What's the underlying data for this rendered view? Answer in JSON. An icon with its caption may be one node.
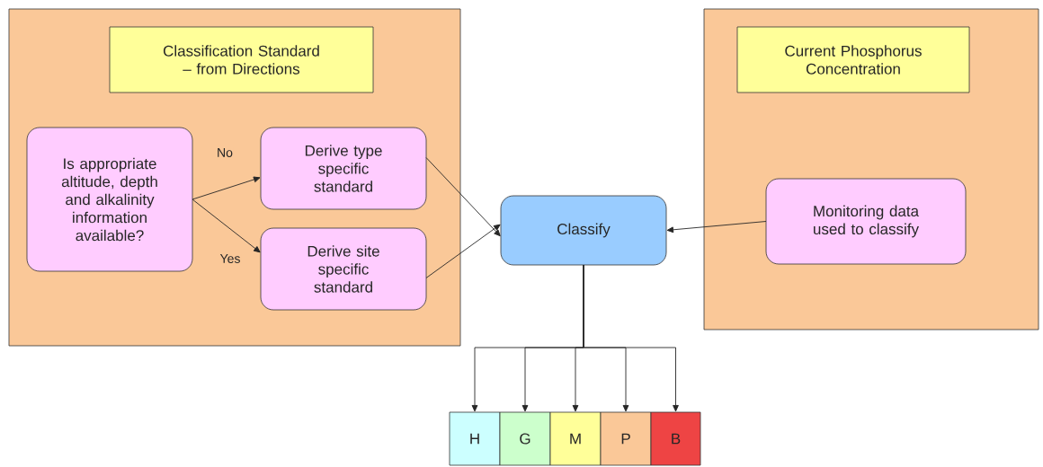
{
  "diagram": {
    "nodes": [
      {
        "text": [],
        "shape": "box"
      },
      {
        "text": [
          "Classification Standard – from Directions"
        ],
        "in": 0
      },
      {
        "text": [
          "Is appropriate altitude, depth and alkalinity information available?"
        ],
        "in": 0
      },
      {
        "text": [
          "Derive type specific standard"
        ],
        "in": 0
      },
      {
        "text": [
          "Derive site specific standard"
        ],
        "in": 0
      },
      {
        "text": [
          "Classify"
        ]
      },
      {
        "text": [],
        "shape": "box"
      },
      {
        "text": [
          "Current Phosphorus Concentration"
        ],
        "in": 6
      },
      {
        "text": [
          "Monitoring data used to classify"
        ],
        "in": 6
      },
      {
        "text": [
          "H"
        ]
      },
      {
        "text": [
          "G"
        ]
      },
      {
        "text": [
          "M"
        ]
      },
      {
        "text": [
          "P"
        ]
      },
      {
        "text": [
          "B"
        ]
      }
    ],
    "edges": [
      {
        "from": 2,
        "to": 3,
        "arrow": "to",
        "label": "No"
      },
      {
        "from": 2,
        "to": 4,
        "arrow": "to",
        "label": "Yes"
      },
      {
        "from": 3,
        "to": 5,
        "arrow": "to"
      },
      {
        "from": 4,
        "to": 5,
        "arrow": "to"
      },
      {
        "from": 8,
        "to": 5,
        "arrow": "to"
      },
      {
        "from": 5,
        "to": 9,
        "arrow": "to"
      },
      {
        "from": 5,
        "to": 10,
        "arrow": "to"
      },
      {
        "from": 5,
        "to": 11,
        "arrow": "to"
      },
      {
        "from": 5,
        "to": 12,
        "arrow": "to"
      },
      {
        "from": 5,
        "to": 13,
        "arrow": "to"
      }
    ]
  }
}
